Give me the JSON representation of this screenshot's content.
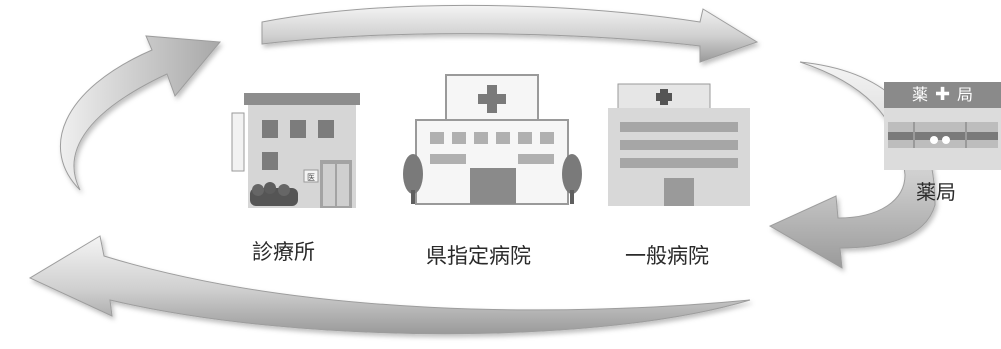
{
  "facilities": {
    "clinic": {
      "label": "診療所",
      "sign": "医"
    },
    "prefectural_hospital": {
      "label": "県指定病院"
    },
    "general_hospital": {
      "label": "一般病院"
    },
    "pharmacy": {
      "label": "薬局",
      "sign_left": "薬",
      "sign_cross": "✚",
      "sign_right": "局"
    }
  },
  "flow": {
    "direction": "clockwise",
    "arrow_color": "#c8c8c8"
  },
  "colors": {
    "building_light": "#dcdcdc",
    "building_mid": "#bdbdbd",
    "building_dark": "#6f6f6f",
    "window": "#8a8a8a",
    "tree": "#7a7a7a"
  }
}
